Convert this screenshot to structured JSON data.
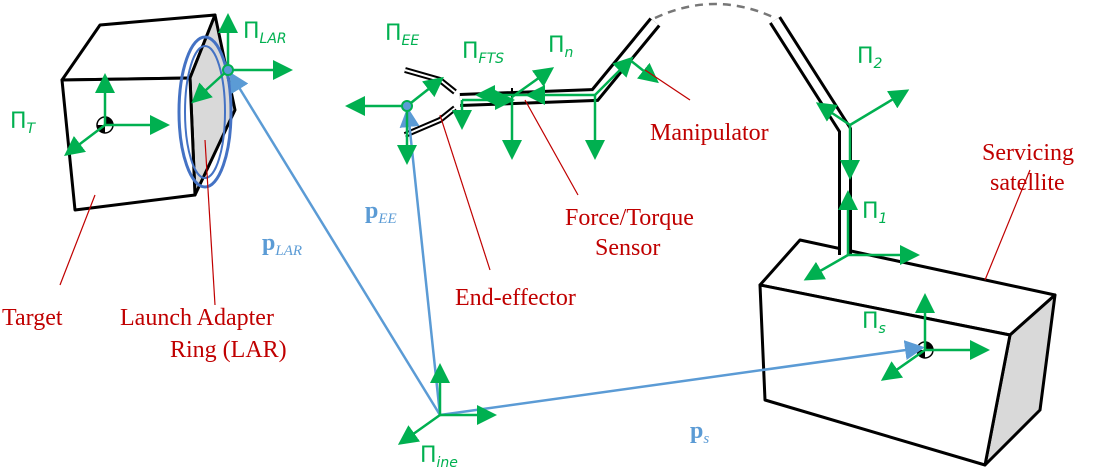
{
  "frames": {
    "lar": {
      "base": "Π",
      "sub": "LAR"
    },
    "ee": {
      "base": "Π",
      "sub": "EE"
    },
    "fts": {
      "base": "Π",
      "sub": "FTS"
    },
    "n": {
      "base": "Π",
      "sub": "n"
    },
    "two": {
      "base": "Π",
      "sub": "2"
    },
    "t": {
      "base": "Π",
      "sub": "T"
    },
    "one": {
      "base": "Π",
      "sub": "1"
    },
    "s": {
      "base": "Π",
      "sub": "s"
    },
    "ine": {
      "base": "Π",
      "sub": "ine"
    }
  },
  "vectors": {
    "lar": {
      "base": "p",
      "sub": "LAR"
    },
    "ee": {
      "base": "p",
      "sub": "EE"
    },
    "s": {
      "base": "p",
      "sub": "s"
    }
  },
  "labels": {
    "manipulator": "Manipulator",
    "servicing1": "Servicing",
    "servicing2": "satellite",
    "fts1": "Force/Torque",
    "fts2": "Sensor",
    "end_effector": "End-effector",
    "target": "Target",
    "lar1": "Launch Adapter",
    "lar2": "Ring (LAR)"
  },
  "colors": {
    "frame": "#00b050",
    "vector": "#5b9bd5",
    "label": "#c00000"
  }
}
